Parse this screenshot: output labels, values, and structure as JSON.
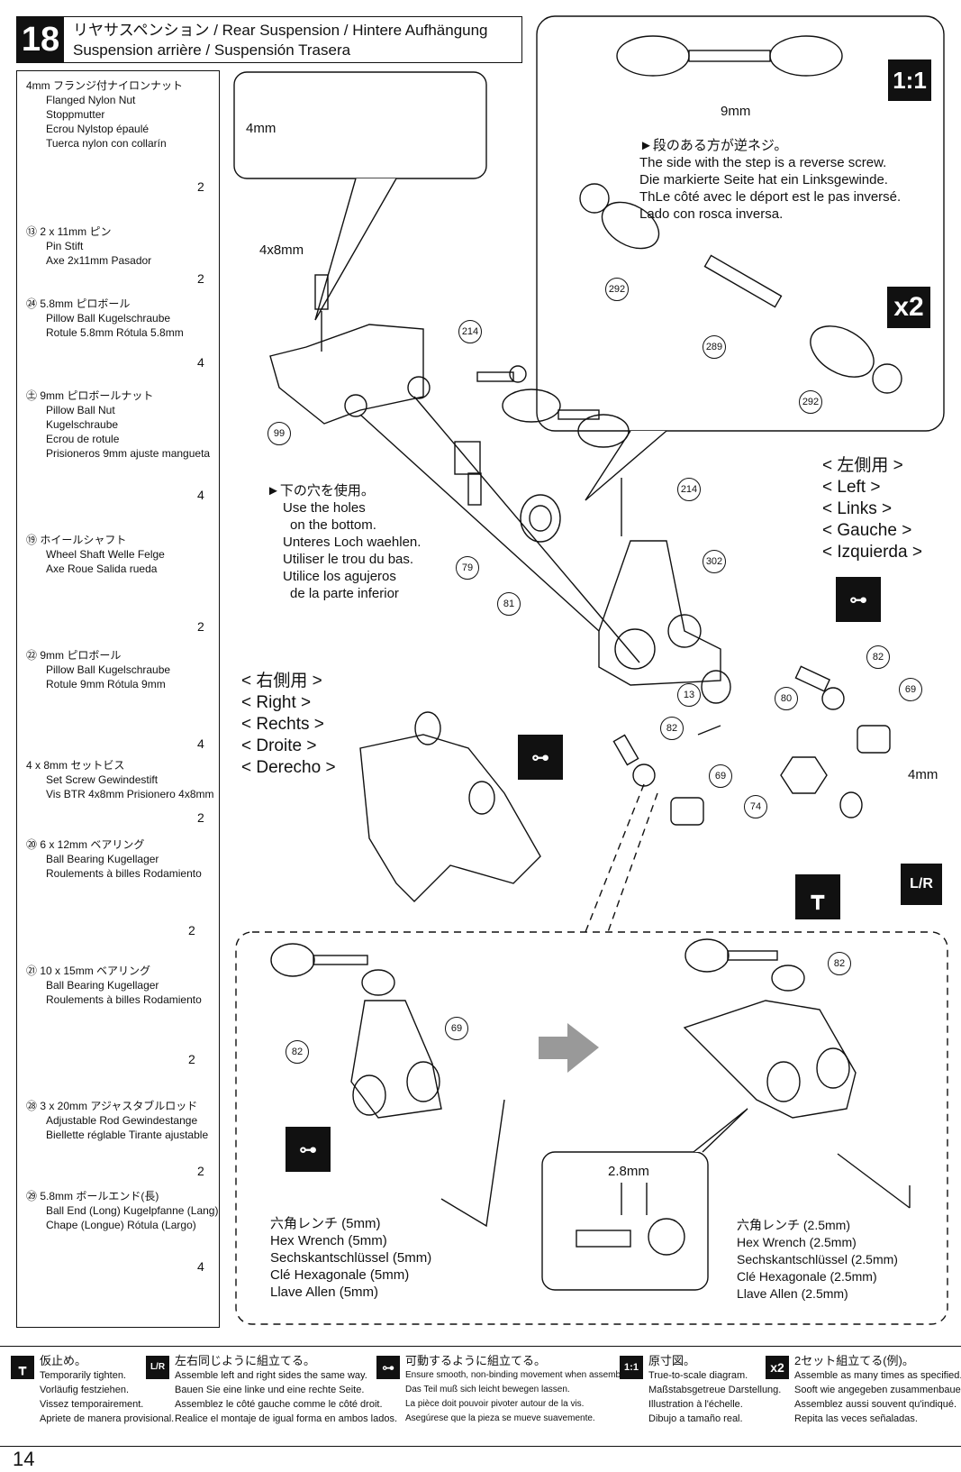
{
  "step": {
    "number": "18",
    "title_line1": "リヤサスペンション / Rear Suspension / Hintere Aufhängung",
    "title_line2": "Suspension arrière / Suspensión Trasera"
  },
  "parts": [
    {
      "name": "4mm フランジ付ナイロンナット",
      "sub": [
        "Flanged Nylon Nut",
        "Stoppmutter",
        "Ecrou Nylstop épaulé",
        "Tuerca nylon con collarín"
      ],
      "qty": "2"
    },
    {
      "name": "⑬ 2 x 11mm ピン",
      "sub": [
        "Pin    Stift",
        "Axe 2x11mm    Pasador"
      ],
      "qty": "2"
    },
    {
      "name": "㉔ 5.8mm ピロボール",
      "sub": [
        "Pillow Ball    Kugelschraube",
        "Rotule 5.8mm    Rótula 5.8mm"
      ],
      "qty": "4"
    },
    {
      "name": "㊏ 9mm ピロボールナット",
      "sub": [
        "Pillow Ball Nut",
        "Kugelschraube",
        "Ecrou de rotule",
        "Prisioneros 9mm ajuste mangueta"
      ],
      "qty": "4"
    },
    {
      "name": "⑲ ホイールシャフト",
      "sub": [
        "Wheel Shaft    Welle Felge",
        "Axe Roue    Salida rueda"
      ],
      "qty": "2"
    },
    {
      "name": "㉒ 9mm ピロボール",
      "sub": [
        "Pillow Ball    Kugelschraube",
        "Rotule 9mm    Rótula 9mm"
      ],
      "qty": "4"
    },
    {
      "name": "4 x 8mm セットビス",
      "sub": [
        "Set Screw    Gewindestift",
        "Vis BTR 4x8mm    Prisionero 4x8mm"
      ],
      "qty": "2"
    },
    {
      "name": "⑳ 6 x 12mm ベアリング",
      "sub": [
        "Ball Bearing    Kugellager",
        "Roulements à billes    Rodamiento"
      ],
      "qty": "2"
    },
    {
      "name": "㉑ 10 x 15mm ベアリング",
      "sub": [
        "Ball Bearing    Kugellager",
        "Roulements à billes    Rodamiento"
      ],
      "qty": "2"
    },
    {
      "name": "㉘ 3 x 20mm アジャスタブルロッド",
      "sub": [
        "Adjustable Rod    Gewindestange",
        "Biellette réglable    Tirante ajustable"
      ],
      "qty": "2"
    },
    {
      "name": "㉙ 5.8mm ボールエンド(長)",
      "sub": [
        "Ball End (Long)    Kugelpfanne (Lang)",
        "Chape (Longue)    Rótula (Largo)"
      ],
      "qty": "4"
    }
  ],
  "labels": {
    "dim_4mm_top": "4mm",
    "dim_4x8": "4x8mm",
    "dim_9mm": "9mm",
    "dim_4mm_right": "4mm",
    "dim_28": "2.8mm",
    "scale_badge": "1:1",
    "x2_badge": "x2",
    "lr_badge": "L/R",
    "reverse_note": [
      "►段のある方が逆ネジ。",
      "The side with the step is a reverse screw.",
      "Die markierte Seite hat ein Linksgewinde.",
      "ThLe côté avec le déport est le pas inversé.",
      "Lado con rosca inversa."
    ],
    "holes_note": [
      "►下の穴を使用。",
      "Use the holes",
      "on the bottom.",
      "Unteres Loch waehlen.",
      "Utiliser le trou du bas.",
      "Utilice los agujeros",
      "de la parte inferior"
    ],
    "left_side": [
      "< 左側用 >",
      "< Left >",
      "< Links >",
      "< Gauche >",
      "< Izquierda >"
    ],
    "right_side": [
      "< 右側用 >",
      "< Right >",
      "< Rechts >",
      "< Droite >",
      "< Derecho >"
    ],
    "hex5": [
      "六角レンチ (5mm)",
      "Hex Wrench (5mm)",
      "Sechskantschlüssel (5mm)",
      "Clé Hexagonale (5mm)",
      "Llave Allen (5mm)"
    ],
    "hex25": [
      "六角レンチ (2.5mm)",
      "Hex Wrench (2.5mm)",
      "Sechskantschlüssel (2.5mm)",
      "Clé Hexagonale (2.5mm)",
      "Llave Allen (2.5mm)"
    ]
  },
  "callouts": {
    "c99": "99",
    "c214a": "214",
    "c214b": "214",
    "c79": "79",
    "c81": "81",
    "c302": "302",
    "c292a": "292",
    "c292b": "292",
    "c289": "289",
    "c82a": "82",
    "c82b": "82",
    "c82c": "82",
    "c82d": "82",
    "c69a": "69",
    "c69b": "69",
    "c69c": "69",
    "c80": "80",
    "c13": "13",
    "c74": "74"
  },
  "legend": [
    {
      "icon": "┳",
      "head": "仮止め。",
      "lines": [
        "Temporarily tighten.",
        "Vorläufig festziehen.",
        "Vissez temporairement.",
        "Apriete de manera provisional."
      ]
    },
    {
      "icon": "L/R",
      "head": "左右同じように組立てる。",
      "lines": [
        "Assemble left and right sides the same way.",
        "Bauen Sie eine linke und eine rechte Seite.",
        "Assemblez le côté gauche comme le côté droit.",
        "Realice el montaje de igual forma en ambos lados."
      ]
    },
    {
      "icon": "⊶",
      "head": "可動するように組立てる。",
      "lines": [
        "Ensure smooth, non-binding movement when assembling.",
        "Das Teil muß sich leicht bewegen lassen.",
        "La pièce doit pouvoir pivoter autour de la vis.",
        "Asegúrese que la pieza se mueve suavemente."
      ]
    },
    {
      "icon": "1:1",
      "head": "原寸図。",
      "lines": [
        "True-to-scale diagram.",
        "Maßstabsgetreue Darstellung.",
        "Illustration à l'échelle.",
        "Dibujo a tamaño real."
      ]
    },
    {
      "icon": "x2",
      "head": "2セット組立てる(例)。",
      "lines": [
        "Assemble as many times as specified.",
        "Sooft wie angegeben zusammenbauen.",
        "Assemblez aussi souvent qu'indiqué.",
        "Repita las veces señaladas."
      ]
    }
  ],
  "page_number": "14"
}
